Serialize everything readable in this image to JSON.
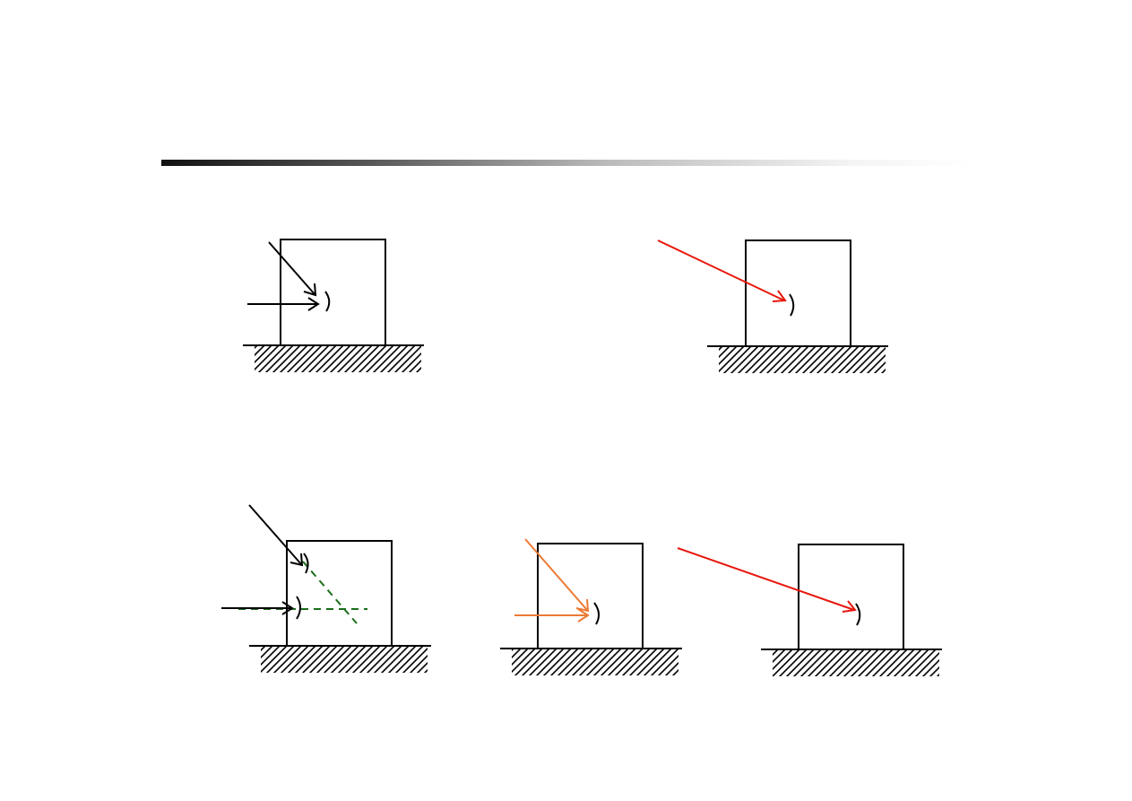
{
  "colors": {
    "outline": "#000000",
    "red_force": "#e8160c",
    "orange_force": "#ec7a34",
    "green_dashed": "#1a6e1a"
  },
  "panels": [
    {
      "name": "two-forces-on-block",
      "forces": [
        "black-inclined",
        "black-horizontal"
      ]
    },
    {
      "name": "resultant-force-on-block",
      "forces": [
        "red-resultant"
      ]
    },
    {
      "name": "parallelogram-construction",
      "forces": [
        "black-inclined",
        "black-horizontal",
        "green-dashed-construction"
      ]
    },
    {
      "name": "two-forces-orange",
      "forces": [
        "orange-inclined",
        "orange-horizontal"
      ]
    },
    {
      "name": "resultant-force-red",
      "forces": [
        "red-resultant"
      ]
    }
  ]
}
